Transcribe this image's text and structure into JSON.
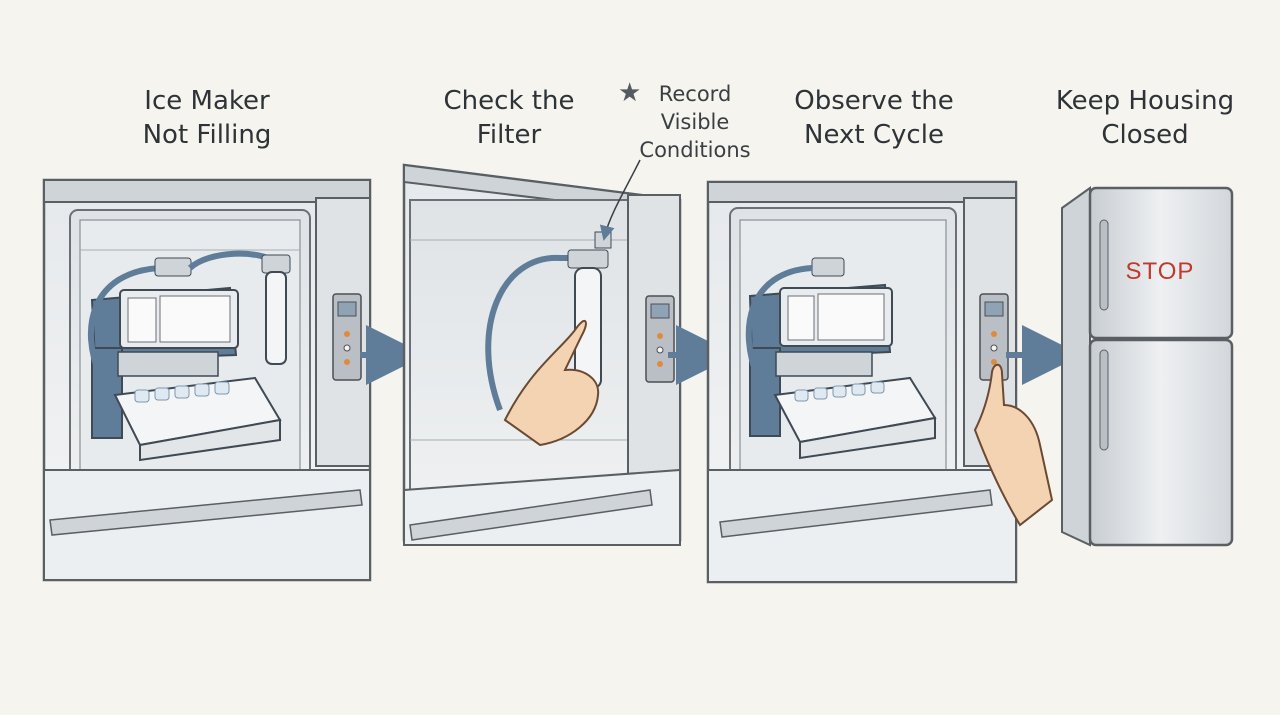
{
  "steps": [
    {
      "title": "Ice Maker\nNot Filling"
    },
    {
      "title": "Check the\nFilter"
    },
    {
      "title": "Observe the\nNext Cycle"
    },
    {
      "title": "Keep Housing\nClosed"
    }
  ],
  "annotation": {
    "icon": "star-icon",
    "text": "Record\nVisible\nConditions"
  },
  "stop_sign": "STOP",
  "colors": {
    "background": "#f5f4ef",
    "arrow": "#5f7d99",
    "stop": "#c0392b",
    "hose": "#5f7d99"
  }
}
